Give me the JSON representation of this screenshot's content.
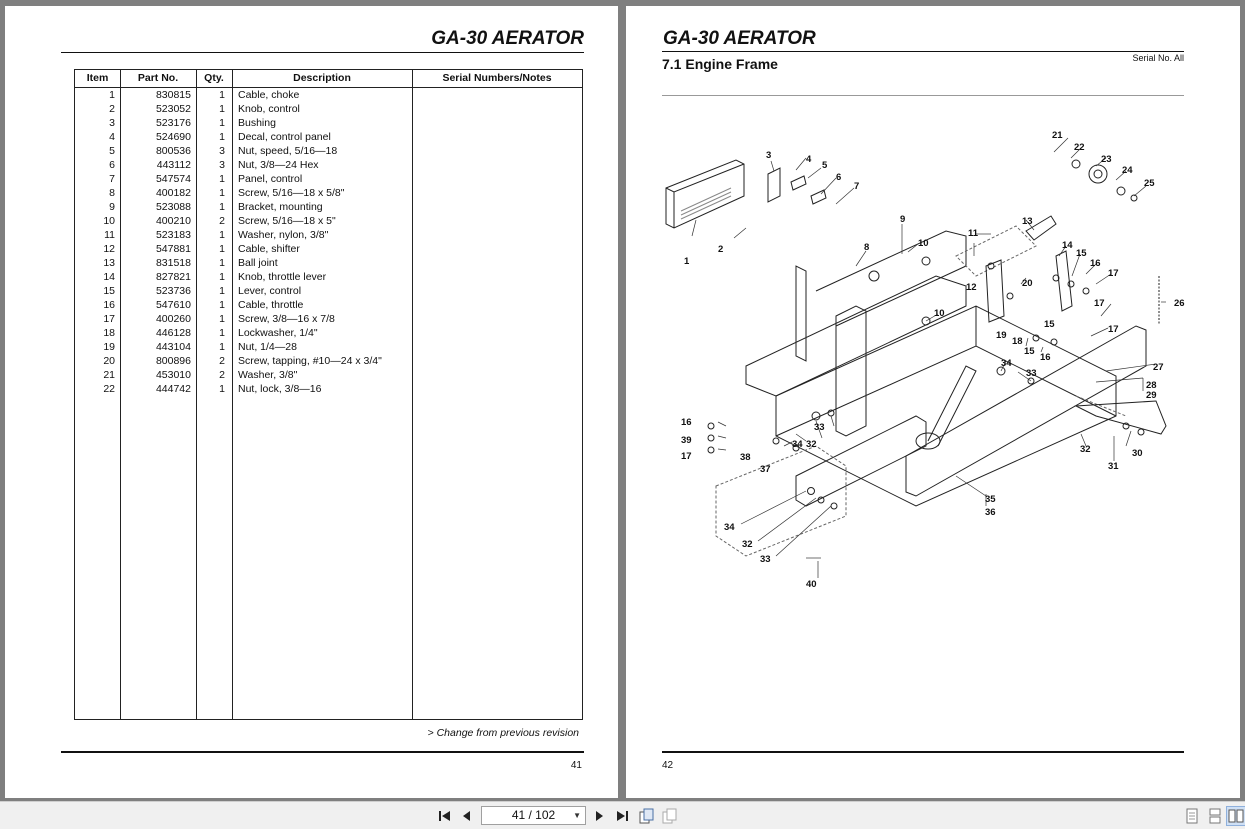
{
  "left_page": {
    "title": "GA-30 AERATOR",
    "table": {
      "headers": {
        "item": "Item",
        "part_no": "Part No.",
        "qty": "Qty.",
        "description": "Description",
        "notes": "Serial Numbers/Notes"
      },
      "rows": [
        {
          "item": "1",
          "part_no": "830815",
          "qty": "1",
          "description": "Cable, choke"
        },
        {
          "item": "2",
          "part_no": "523052",
          "qty": "1",
          "description": "Knob, control"
        },
        {
          "item": "3",
          "part_no": "523176",
          "qty": "1",
          "description": "Bushing"
        },
        {
          "item": "4",
          "part_no": "524690",
          "qty": "1",
          "description": "Decal, control panel"
        },
        {
          "item": "5",
          "part_no": "800536",
          "qty": "3",
          "description": "Nut, speed, 5/16—18"
        },
        {
          "item": "6",
          "part_no": "443112",
          "qty": "3",
          "description": "Nut, 3/8—24 Hex"
        },
        {
          "item": "7",
          "part_no": "547574",
          "qty": "1",
          "description": "Panel, control"
        },
        {
          "item": "8",
          "part_no": "400182",
          "qty": "1",
          "description": "Screw, 5/16—18 x 5/8\""
        },
        {
          "item": "9",
          "part_no": "523088",
          "qty": "1",
          "description": "Bracket, mounting"
        },
        {
          "item": "10",
          "part_no": "400210",
          "qty": "2",
          "description": "Screw, 5/16—18 x 5\""
        },
        {
          "item": "11",
          "part_no": "523183",
          "qty": "1",
          "description": "Washer, nylon, 3/8\""
        },
        {
          "item": "12",
          "part_no": "547881",
          "qty": "1",
          "description": "Cable, shifter"
        },
        {
          "item": "13",
          "part_no": "831518",
          "qty": "1",
          "description": "Ball joint"
        },
        {
          "item": "14",
          "part_no": "827821",
          "qty": "1",
          "description": "Knob, throttle lever"
        },
        {
          "item": "15",
          "part_no": "523736",
          "qty": "1",
          "description": "Lever, control"
        },
        {
          "item": "16",
          "part_no": "547610",
          "qty": "1",
          "description": "Cable, throttle"
        },
        {
          "item": "17",
          "part_no": "400260",
          "qty": "1",
          "description": "Screw, 3/8—16 x 7/8"
        },
        {
          "item": "18",
          "part_no": "446128",
          "qty": "1",
          "description": "Lockwasher, 1/4\""
        },
        {
          "item": "19",
          "part_no": "443104",
          "qty": "1",
          "description": "Nut, 1/4—28"
        },
        {
          "item": "20",
          "part_no": "800896",
          "qty": "2",
          "description": "Screw, tapping, #10—24 x 3/4\""
        },
        {
          "item": "21",
          "part_no": "453010",
          "qty": "2",
          "description": "Washer, 3/8\""
        },
        {
          "item": "22",
          "part_no": "444742",
          "qty": "1",
          "description": "Nut, lock, 3/8—16"
        }
      ]
    },
    "footnote": "> Change from previous revision",
    "page_number": "41"
  },
  "right_page": {
    "title": "GA-30 AERATOR",
    "subtitle": "7.1 Engine Frame",
    "serial": "Serial No. All",
    "page_number": "42",
    "callouts": [
      "1",
      "2",
      "3",
      "4",
      "5",
      "6",
      "7",
      "8",
      "9",
      "10",
      "10",
      "11",
      "12",
      "13",
      "14",
      "15",
      "15",
      "15",
      "16",
      "16",
      "17",
      "17",
      "17",
      "17",
      "18",
      "19",
      "20",
      "21",
      "22",
      "23",
      "24",
      "25",
      "26",
      "27",
      "28",
      "29",
      "30",
      "31",
      "32",
      "32",
      "32",
      "33",
      "33",
      "33",
      "34",
      "34",
      "34",
      "35",
      "36",
      "37",
      "38",
      "39",
      "40",
      "16"
    ]
  },
  "toolbar": {
    "page_indicator": "41 / 102",
    "icons": [
      "first-page-icon",
      "prev-page-icon",
      "next-page-icon",
      "last-page-icon",
      "rotate-icon",
      "fit-icon",
      "single-page-icon",
      "continuous-icon",
      "two-page-icon"
    ]
  }
}
